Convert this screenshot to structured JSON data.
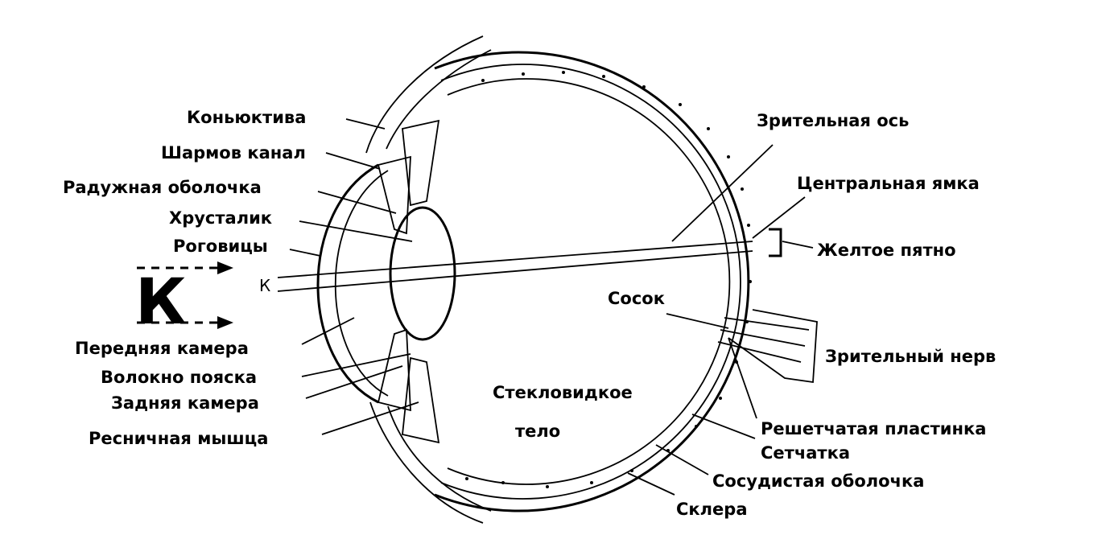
{
  "labels": {
    "conjunctiva": "Коньюктива",
    "schlemm_canal": "Шармов канал",
    "iris": "Радужная оболочка",
    "lens": "Хрусталик",
    "cornea": "Роговицы",
    "big_k": "К",
    "small_k": "К",
    "anterior_chamber": "Передняя камера",
    "zonule_fiber": "Волокно пояска",
    "posterior_chamber": "Задняя камера",
    "ciliary_muscle": "Ресничная мышца",
    "vitreous_line1": "Стекловидкое",
    "vitreous_line2": "тело",
    "visual_axis": "Зрительная ось",
    "fovea": "Центральная ямка",
    "macula": "Желтое пятно",
    "optic_disc": "Сосок",
    "optic_nerve": "Зрительный нерв",
    "lamina_cribrosa": "Решетчатая пластинка",
    "retina": "Сетчатка",
    "choroid": "Сосудистая оболочка",
    "sclera": "Склера"
  }
}
